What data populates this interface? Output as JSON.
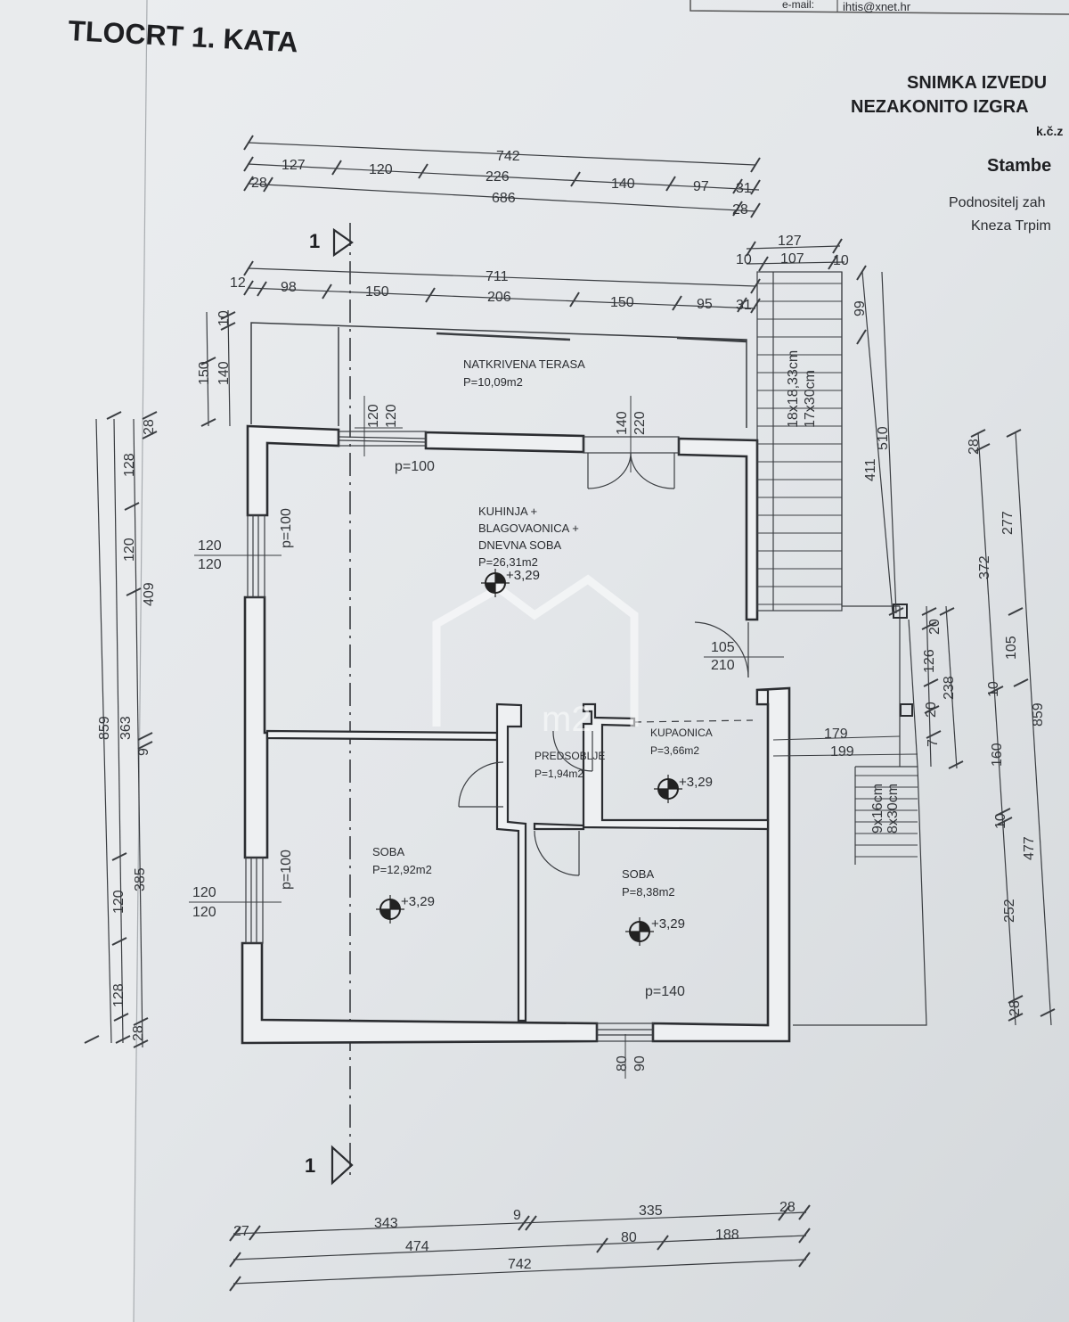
{
  "sheet": {
    "title": "TLOCRT 1. KATA",
    "email_label": "e-mail:",
    "email": "ihtis@xnet.hr",
    "header_line1": "SNIMKA IZVEDU",
    "header_line2": "NEZAKONITO IZGRA",
    "header_line3": "k.č.z",
    "header_line4": "Stambe",
    "header_line5": "Podnositelj zah",
    "header_line6": "Kneza Trpim"
  },
  "rooms": {
    "terrace_name": "NATKRIVENA TERASA",
    "terrace_area": "P=10,09m2",
    "living_line1": "KUHINJA +",
    "living_line2": "BLAGOVAONICA +",
    "living_line3": "DNEVNA SOBA",
    "living_area": "P=26,31m2",
    "hall_name": "PREDSOBLJE",
    "hall_area": "P=1,94m2",
    "bath_name": "KUPAONICA",
    "bath_area": "P=3,66m2",
    "room1_name": "SOBA",
    "room1_area": "P=12,92m2",
    "room2_name": "SOBA",
    "room2_area": "P=8,38m2"
  },
  "levels": {
    "living": "+3,29",
    "bath": "+3,29",
    "room1": "+3,29",
    "room2": "+3,29"
  },
  "windows": {
    "w_top": "p=100",
    "w_left_top": "p=100",
    "w_left_bottom": "p=100",
    "w_bottom": "p=140"
  },
  "section": {
    "marker_top": "1",
    "marker_bottom": "1"
  },
  "stairs": {
    "main": "18x18,33cm",
    "main2": "17x30cm",
    "small": "9x16cm",
    "small2": "8x30cm"
  },
  "dims_top": {
    "total": "742",
    "r2": [
      "127",
      "120",
      "226",
      "140",
      "97",
      "31"
    ],
    "r3a": "28",
    "r3": "686",
    "r3b": "28",
    "terrace_total": "711",
    "terrace_parts": [
      "12",
      "98",
      "150",
      "206",
      "150",
      "95",
      "31"
    ],
    "stair_total": "127",
    "stair_parts": [
      "10",
      "107",
      "10"
    ]
  },
  "dims_left": {
    "outer": "859",
    "mid_a": "409",
    "mid_b": "363",
    "mid_c": "385",
    "mid_d": "9",
    "parts_top": [
      "28",
      "128",
      "120"
    ],
    "parts_bottom": [
      "120",
      "128",
      "28"
    ],
    "terrace_a": "150",
    "terrace_b": "140",
    "terrace_c": "10",
    "win1_a": "120",
    "win1_b": "120",
    "win2_a": "120",
    "win2_b": "120"
  },
  "dims_inner": {
    "w_top_a": "120",
    "w_top_b": "120",
    "door_a": "140",
    "door_b": "220",
    "entry_a": "105",
    "entry_b": "210",
    "bath_a": "179",
    "bath_b": "199",
    "win_b_a": "80",
    "win_b_b": "90"
  },
  "dims_right": {
    "stair_a": "99",
    "stair_b": "510",
    "stair_c": "411",
    "side_a": "20",
    "side_b": "126",
    "side_c": "238",
    "side_d": "20",
    "side_e": "7",
    "far_a": "28",
    "far_b": "372",
    "far_c": "277",
    "far_d": "105",
    "far_e": "10",
    "far_f": "160",
    "far_g": "10",
    "far_h": "477",
    "far_i": "252",
    "far_j": "28",
    "far_total": "859"
  },
  "dims_bottom": {
    "r1": [
      "27",
      "343",
      "9",
      "335",
      "28"
    ],
    "r2": [
      "474",
      "80",
      "188"
    ],
    "total": "742"
  },
  "watermark": "m2"
}
